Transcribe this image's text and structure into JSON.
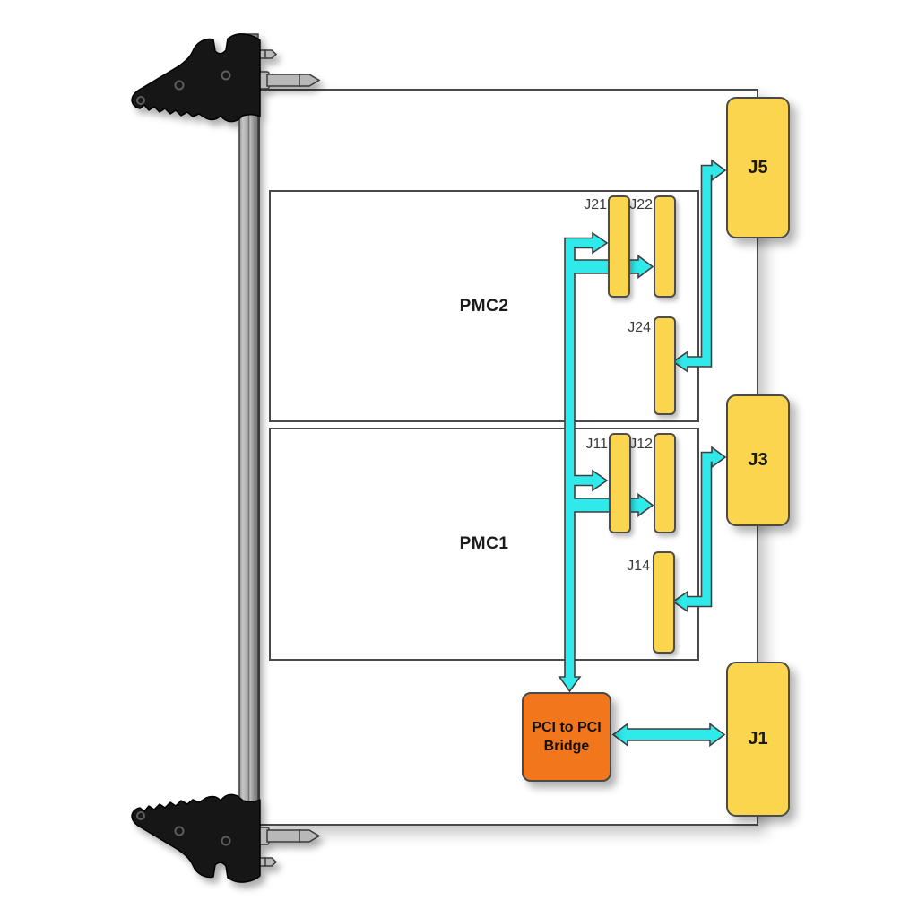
{
  "board": {
    "pmc2_label": "PMC2",
    "pmc1_label": "PMC1"
  },
  "mezzanine_connectors": {
    "j21": "J21",
    "j22": "J22",
    "j24": "J24",
    "j11": "J11",
    "j12": "J12",
    "j14": "J14"
  },
  "backplane_connectors": {
    "j5": "J5",
    "j3": "J3",
    "j1": "J1"
  },
  "bridge": {
    "line1": "PCI to PCI",
    "line2": "Bridge"
  },
  "colors": {
    "connector_yellow": "#FBD54E",
    "bridge_orange": "#F2761B",
    "bus_cyan": "#2FE9EA",
    "outline_gray": "#4A4A4A",
    "handle_black": "#161616",
    "rail_gray": "#A9A9A9"
  }
}
